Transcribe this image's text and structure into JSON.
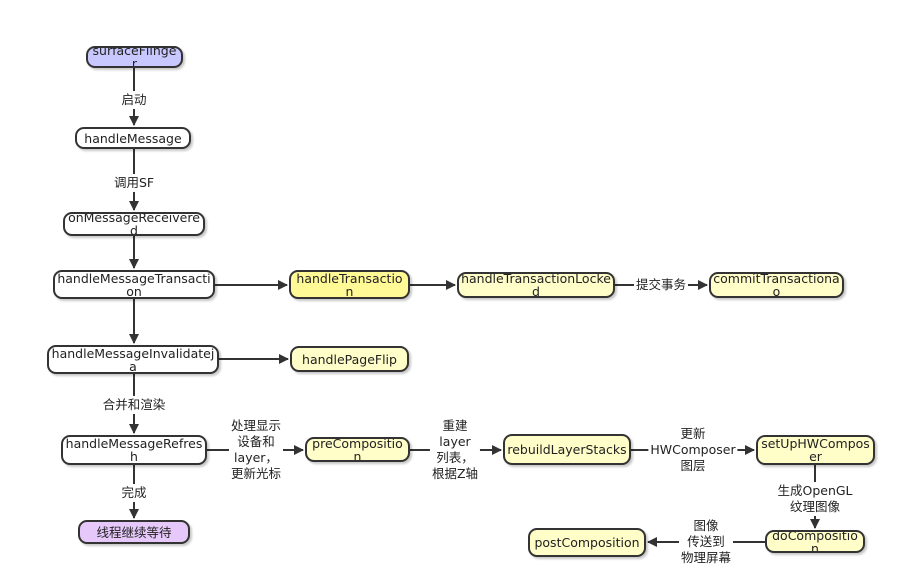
{
  "colors": {
    "stroke": "#333333",
    "white": "#ffffff",
    "blue": "#c8c8ff",
    "yellow": "#fffdc8",
    "yellow_hi": "#fffa96",
    "purple": "#e6c8fa"
  },
  "nodes": {
    "surfaceflinger": "surfaceFlinger",
    "handle_message": "handleMessage",
    "on_message_received": "onMessageReceivered",
    "handle_message_transaction": "handleMessageTransaction",
    "handle_transaction": "handleTransaction",
    "handle_transaction_locked": "handleTransactionLocked",
    "commit_transaction": "commitTransactionao",
    "handle_message_invalidate": "handleMessageInvalidateja",
    "handle_page_flip": "handlePageFlip",
    "handle_message_refresh": "handleMessageRefresh",
    "pre_composition": "preComposition",
    "rebuild_layer_stacks": "rebuildLayerStacks",
    "set_up_hw_composer": "setUpHWComposer",
    "do_composition": "doComposition",
    "post_composition": "postComposition",
    "wait_loop": "线程继续等待"
  },
  "edge_labels": {
    "start": "启动",
    "call_sf": "调用SF",
    "commit": "提交事务",
    "merge_render": "合并和渲染",
    "done": "完成",
    "process_display": "处理显示\n设备和\nlayer，\n更新光标",
    "rebuild_list": "重建\nlayer\n列表，\n根据Z轴",
    "update_hwc": "更新\nHWComposer\n图层",
    "gen_opengl": "生成OpenGL\n纹理图像",
    "send_image": "图像\n传送到\n物理屏幕"
  }
}
